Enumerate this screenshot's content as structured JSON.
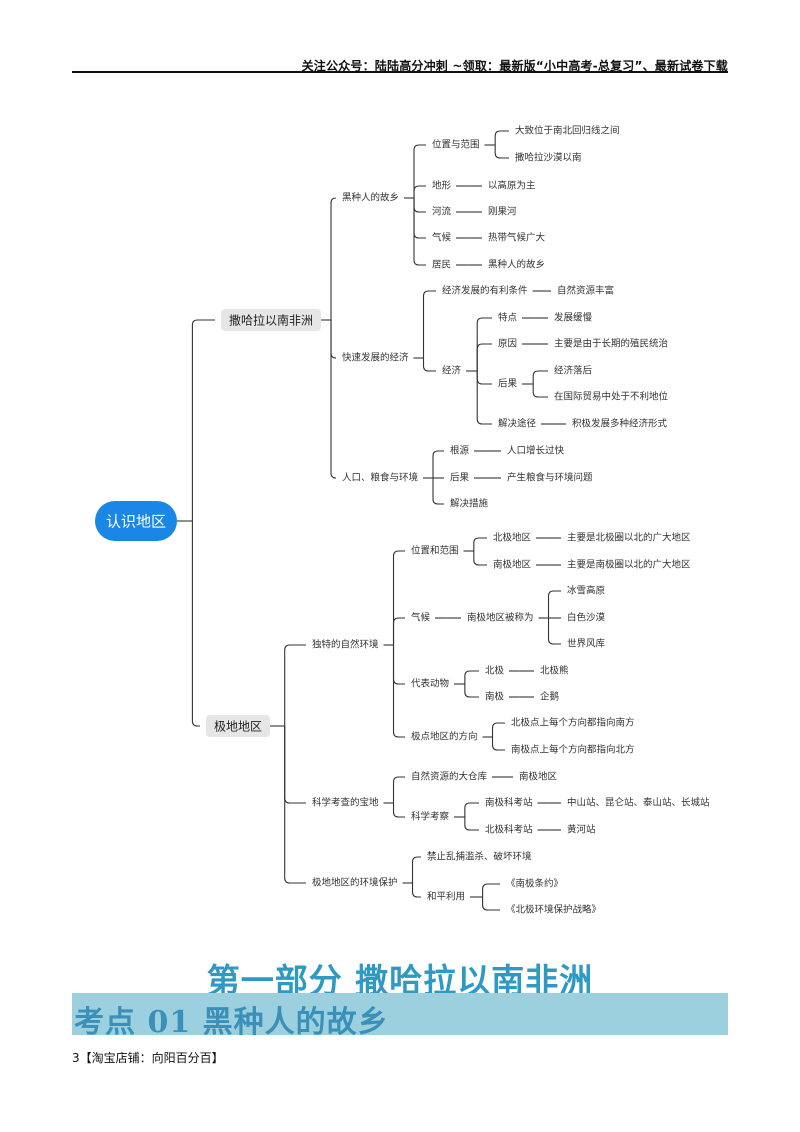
{
  "header": {
    "notice": "关注公众号：陆陆高分冲刺  ~领取：最新版“小中高考-总复习”、最新试卷下载"
  },
  "mindmap": {
    "root": "认识地区",
    "branches": [
      {
        "label": "撒哈拉以南非洲",
        "children": [
          {
            "label": "黑种人的故乡",
            "children": [
              {
                "label": "位置与范围",
                "children": [
                  {
                    "label": "大致位于南北回归线之间"
                  },
                  {
                    "label": "撒哈拉沙漠以南"
                  }
                ]
              },
              {
                "label": "地形",
                "children": [
                  {
                    "label": "以高原为主"
                  }
                ]
              },
              {
                "label": "河流",
                "children": [
                  {
                    "label": "刚果河"
                  }
                ]
              },
              {
                "label": "气候",
                "children": [
                  {
                    "label": "热带气候广大"
                  }
                ]
              },
              {
                "label": "居民",
                "children": [
                  {
                    "label": "黑种人的故乡"
                  }
                ]
              }
            ]
          },
          {
            "label": "快速发展的经济",
            "children": [
              {
                "label": "经济发展的有利条件",
                "children": [
                  {
                    "label": "自然资源丰富"
                  }
                ]
              },
              {
                "label": "经济",
                "children": [
                  {
                    "label": "特点",
                    "children": [
                      {
                        "label": "发展缓慢"
                      }
                    ]
                  },
                  {
                    "label": "原因",
                    "children": [
                      {
                        "label": "主要是由于长期的殖民统治"
                      }
                    ]
                  },
                  {
                    "label": "后果",
                    "children": [
                      {
                        "label": "经济落后"
                      },
                      {
                        "label": "在国际贸易中处于不利地位"
                      }
                    ]
                  },
                  {
                    "label": "解决途径",
                    "children": [
                      {
                        "label": "积极发展多种经济形式"
                      }
                    ]
                  }
                ]
              }
            ]
          },
          {
            "label": "人口、粮食与环境",
            "children": [
              {
                "label": "根源",
                "children": [
                  {
                    "label": "人口增长过快"
                  }
                ]
              },
              {
                "label": "后果",
                "children": [
                  {
                    "label": "产生粮食与环境问题"
                  }
                ]
              },
              {
                "label": "解决措施"
              }
            ]
          }
        ]
      },
      {
        "label": "极地地区",
        "children": [
          {
            "label": "独特的自然环境",
            "children": [
              {
                "label": "位置和范围",
                "children": [
                  {
                    "label": "北极地区",
                    "children": [
                      {
                        "label": "主要是北极圈以北的广大地区"
                      }
                    ]
                  },
                  {
                    "label": "南极地区",
                    "children": [
                      {
                        "label": "主要是南极圈以北的广大地区"
                      }
                    ]
                  }
                ]
              },
              {
                "label": "气候",
                "children": [
                  {
                    "label": "南极地区被称为",
                    "children": [
                      {
                        "label": "冰雪高原"
                      },
                      {
                        "label": "白色沙漠"
                      },
                      {
                        "label": "世界风库"
                      }
                    ]
                  }
                ]
              },
              {
                "label": "代表动物",
                "children": [
                  {
                    "label": "北极",
                    "children": [
                      {
                        "label": "北极熊"
                      }
                    ]
                  },
                  {
                    "label": "南极",
                    "children": [
                      {
                        "label": "企鹅"
                      }
                    ]
                  }
                ]
              },
              {
                "label": "极点地区的方向",
                "children": [
                  {
                    "label": "北极点上每个方向都指向南方"
                  },
                  {
                    "label": "南极点上每个方向都指向北方"
                  }
                ]
              }
            ]
          },
          {
            "label": "科学考查的宝地",
            "children": [
              {
                "label": "自然资源的大仓库",
                "children": [
                  {
                    "label": "南极地区"
                  }
                ]
              },
              {
                "label": "科学考察",
                "children": [
                  {
                    "label": "南极科考站",
                    "children": [
                      {
                        "label": "中山站、昆仑站、泰山站、长城站"
                      }
                    ]
                  },
                  {
                    "label": "北极科考站",
                    "children": [
                      {
                        "label": "黄河站"
                      }
                    ]
                  }
                ]
              }
            ]
          },
          {
            "label": "极地地区的环境保护",
            "children": [
              {
                "label": "禁止乱捕滥杀、破坏环境"
              },
              {
                "label": "和平利用",
                "children": [
                  {
                    "label": "《南极条约》"
                  },
                  {
                    "label": "《北极环境保护战略》"
                  }
                ]
              }
            ]
          }
        ]
      }
    ]
  },
  "part_title": "第一部分  撒哈拉以南非洲",
  "kaodian_title": "考点 01  黑种人的故乡",
  "footer": "3【淘宝店铺：向阳百分百】",
  "colors": {
    "root_fill": "#1a87e6",
    "level1_fill": "#e6e6e6",
    "line": "#333333",
    "part_title": "#2e9ac4",
    "kaodian_band": "#9dd0df",
    "kaodian_text": "#3a90b8"
  }
}
